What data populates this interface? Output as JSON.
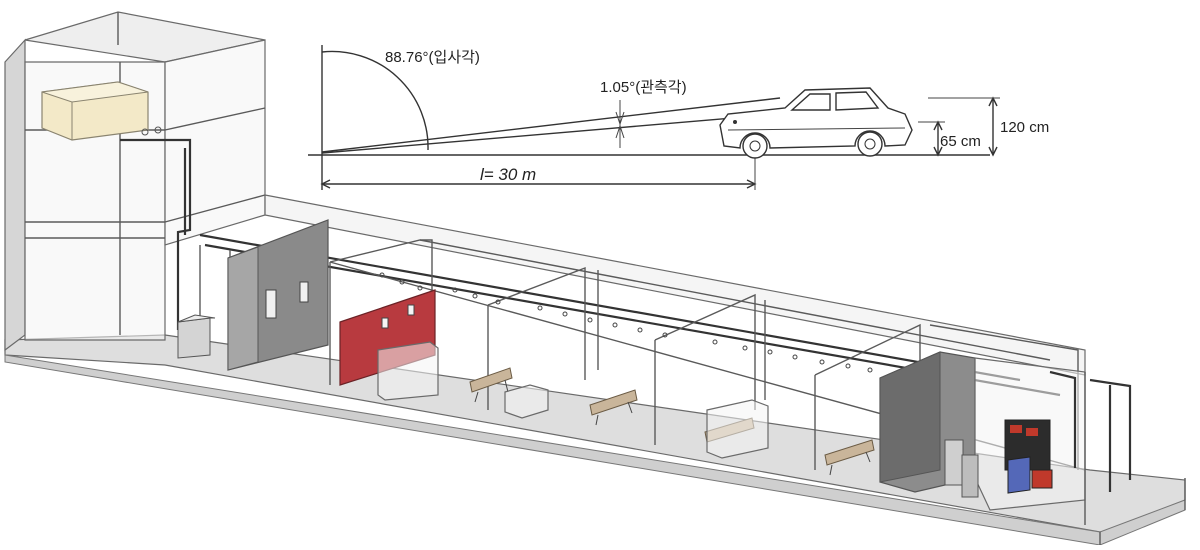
{
  "diagram": {
    "incidence_angle_label": "88.76°(입사각)",
    "observation_angle_label": "1.05°(관측각)",
    "distance_label": "l= 30 m",
    "height_120_label": "120 cm",
    "height_65_label": "65 cm"
  },
  "colors": {
    "red_panel": "#b83a3f",
    "dark_panel": "#5e5e5e",
    "box_cream": "#f3e9c8",
    "monitor_blue": "#5468b8",
    "floor": "#dcdcdc"
  }
}
